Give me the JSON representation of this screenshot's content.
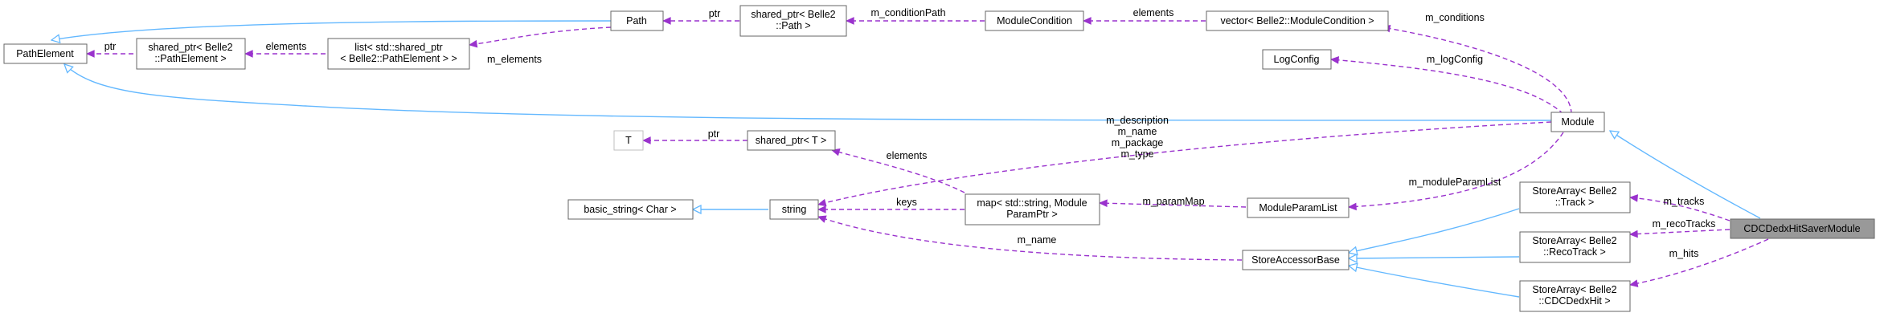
{
  "nodes": {
    "path_element": [
      "PathElement"
    ],
    "shared_ptr_path_element": [
      "shared_ptr< Belle2",
      "::PathElement >"
    ],
    "list_shared_ptr": [
      "list< std::shared_ptr",
      "< Belle2::PathElement > >"
    ],
    "path": [
      "Path"
    ],
    "shared_ptr_path": [
      "shared_ptr< Belle2",
      "::Path >"
    ],
    "module_condition": [
      "ModuleCondition"
    ],
    "vector_module_condition": [
      "vector< Belle2::ModuleCondition >"
    ],
    "log_config": [
      "LogConfig"
    ],
    "module": [
      "Module"
    ],
    "t": [
      "T"
    ],
    "shared_ptr_t": [
      "shared_ptr< T >"
    ],
    "basic_string": [
      "basic_string< Char >"
    ],
    "string": [
      "string"
    ],
    "map_string_param": [
      "map< std::string, Module",
      "ParamPtr >"
    ],
    "module_param_list": [
      "ModuleParamList"
    ],
    "store_accessor_base": [
      "StoreAccessorBase"
    ],
    "store_array_track": [
      "StoreArray< Belle2",
      "::Track >"
    ],
    "store_array_reco_track": [
      "StoreArray< Belle2",
      "::RecoTrack >"
    ],
    "store_array_cdc_dedx_hit": [
      "StoreArray< Belle2",
      "::CDCDedxHit >"
    ],
    "cdc_dedx_hit_saver_module": [
      "CDCDedxHitSaverModule"
    ]
  },
  "edge_labels": {
    "ptr_path_element": [
      "ptr"
    ],
    "elements_path_element": [
      "elements"
    ],
    "m_elements": [
      "m_elements"
    ],
    "ptr_path": [
      "ptr"
    ],
    "m_condition_path": [
      "m_conditionPath"
    ],
    "elements_condition": [
      "elements"
    ],
    "m_conditions": [
      "m_conditions"
    ],
    "m_log_config": [
      "m_logConfig"
    ],
    "ptr_t": [
      "ptr"
    ],
    "elements_string": [
      "elements"
    ],
    "module_strings": [
      "m_description",
      "m_name",
      "m_package",
      "m_type"
    ],
    "keys": [
      "keys"
    ],
    "m_param_map": [
      "m_paramMap"
    ],
    "m_module_param_list": [
      "m_moduleParamList"
    ],
    "m_name_accessor": [
      "m_name"
    ],
    "m_tracks": [
      "m_tracks"
    ],
    "m_reco_tracks": [
      "m_recoTracks"
    ],
    "m_hits": [
      "m_hits"
    ]
  },
  "legend_colors": {
    "inheritance": "#63b8ff",
    "usage": "#9a32cd",
    "focus_fill": "#999999",
    "node_border": "#666666"
  }
}
